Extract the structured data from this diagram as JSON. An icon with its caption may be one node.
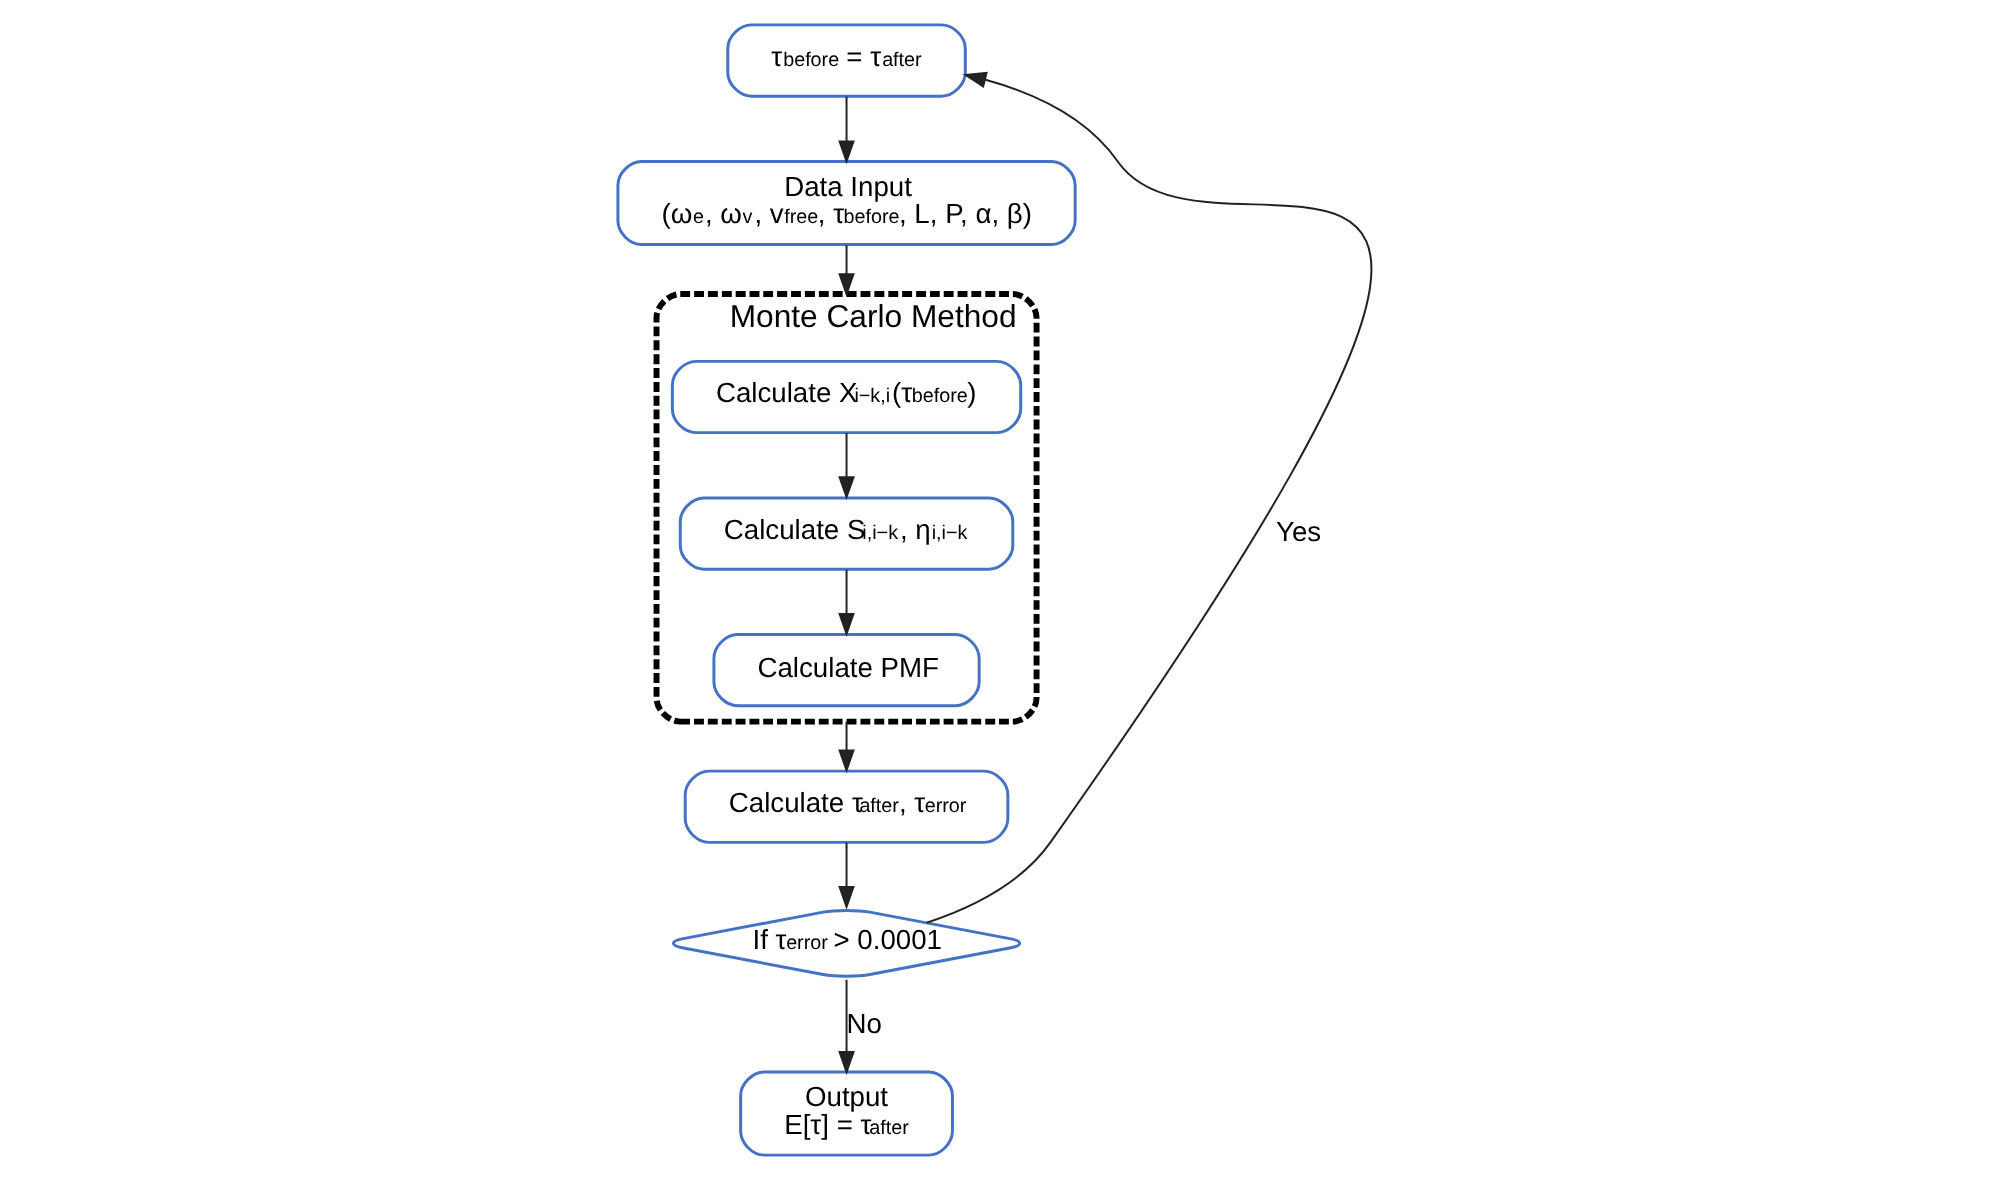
{
  "diagram": {
    "nodes": [
      {
        "text": [
          "τ$_{before}$ = τ$_{after}$"
        ]
      },
      {
        "text": [
          "Data Input",
          "(ω$_{e}$, ω$_{v}$, v$_{free}$, τ$_{before}$, L, P, α, β)"
        ]
      },
      {
        "text": [
          "Monte Carlo Method"
        ]
      },
      {
        "text": [
          "Calculate X$_{i−k,i}$(τ$_{before}$)"
        ],
        "in": 2
      },
      {
        "text": [
          "Calculate S$_{i,i−k}$, η$_{i,i−k}$"
        ],
        "in": 2
      },
      {
        "text": [
          "Calculate PMF"
        ],
        "in": 2
      },
      {
        "text": [
          "Calculate τ$_{after}$, τ$_{error}$"
        ]
      },
      {
        "text": [
          "If τ$_{error}$ > 0.0001"
        ]
      },
      {
        "text": [
          "Output",
          "E[τ] = τ$_{after}$"
        ]
      }
    ],
    "edges": [
      {
        "from": 0,
        "to": 1,
        "arrow": "to"
      },
      {
        "from": 1,
        "to": 2,
        "arrow": "to"
      },
      {
        "from": 3,
        "to": 4,
        "arrow": "to"
      },
      {
        "from": 4,
        "to": 5,
        "arrow": "to"
      },
      {
        "from": 2,
        "to": 6,
        "arrow": "to"
      },
      {
        "from": 6,
        "to": 7,
        "arrow": "to"
      },
      {
        "from": 7,
        "to": 0,
        "label": "Yes",
        "arrow": "to"
      },
      {
        "from": 7,
        "to": 8,
        "label": "No",
        "arrow": "to"
      }
    ]
  }
}
